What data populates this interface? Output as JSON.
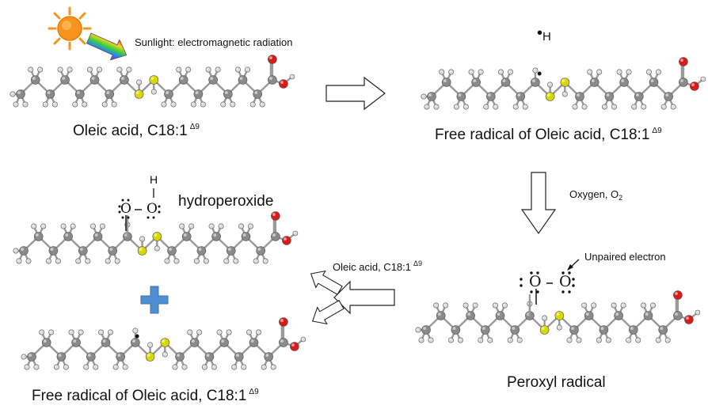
{
  "labels": {
    "sunlight": "Sunlight: electromagnetic radiation",
    "h_radical": "H",
    "oleic_acid": "Oleic acid, C18:1",
    "delta9": "Δ9",
    "free_radical_top": "Free radical of Oleic acid, C18:1",
    "oxygen_label": "Oxygen, O",
    "oxygen_sub": "2",
    "unpaired_electron": "Unpaired electron",
    "peroxyl_radical": "Peroxyl radical",
    "hydroperoxide": "hydroperoxide",
    "oleic_acid_mid": "Oleic acid, C18:1",
    "free_radical_bottom": "Free radical of Oleic acid, C18:1",
    "atom_O": "O",
    "atom_H": "H"
  },
  "colors": {
    "carbon": "#8a8a8a",
    "hydrogen": "#dcdcdc",
    "double_bond_carbon": "#d8d800",
    "oxygen": "#d81b1b",
    "sun": "#f7941d",
    "plus": "#4f8fd1",
    "arrow_fill": "#ffffff",
    "arrow_stroke": "#222222"
  },
  "icons": [
    "sun-icon",
    "rainbow-arrow-icon",
    "plus-icon",
    "hollow-arrow-icon"
  ]
}
